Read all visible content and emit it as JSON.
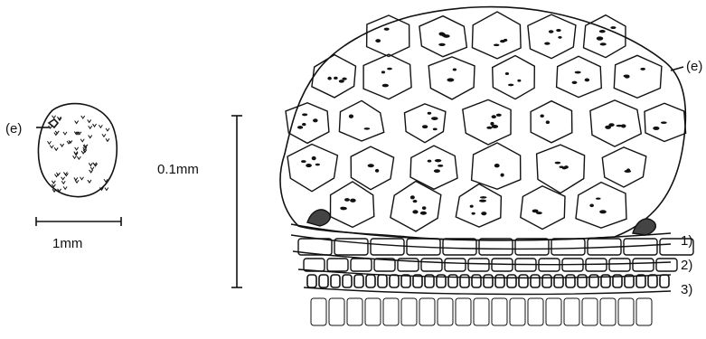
{
  "labels": {
    "e_small": "(e)",
    "scale_1mm": "1mm",
    "scale_01mm": "0.1mm",
    "e_large": "(e)",
    "layer_1": "1)",
    "layer_2": "2)",
    "layer_3": "3)"
  },
  "colors": {
    "ink": "#111111",
    "background": "#ffffff"
  }
}
